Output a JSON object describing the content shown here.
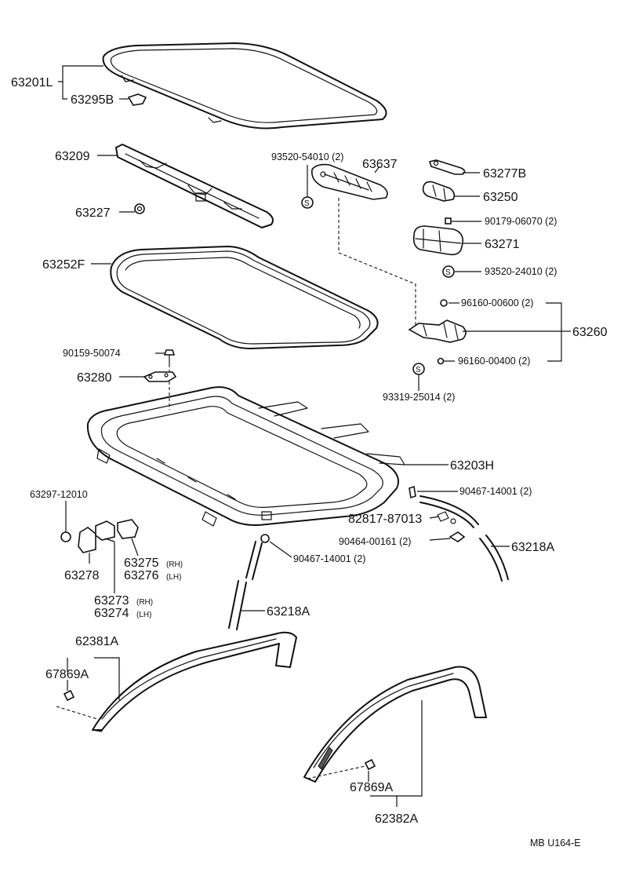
{
  "diagram_code": "MB U164-E",
  "parts": {
    "p63201L": "63201L",
    "p63295B": "63295B",
    "p63209": "63209",
    "p63227": "63227",
    "p93520_54010": "93520-54010 (2)",
    "p63637": "63637",
    "p63277B": "63277B",
    "p63250": "63250",
    "p90179": "90179-06070 (2)",
    "p63271": "63271",
    "p93520_24010": "93520-24010 (2)",
    "p63252F": "63252F",
    "p96160_00600": "96160-00600 (2)",
    "p63260": "63260",
    "p96160_00400": "96160-00400 (2)",
    "p90159": "90159-50074",
    "p63280": "63280",
    "p93319": "93319-25014 (2)",
    "p63203H": "63203H",
    "p63297": "63297-12010",
    "p90467_a": "90467-14001 (2)",
    "p82817": "82817-87013",
    "p90464": "90464-00161 (2)",
    "p63218A_a": "63218A",
    "p63275": "63275",
    "p63275_side": "(RH)",
    "p63276": "63276",
    "p63276_side": "(LH)",
    "p63278": "63278",
    "p90467_b": "90467-14001 (2)",
    "p63273": "63273",
    "p63273_side": "(RH)",
    "p63274": "63274",
    "p63274_side": "(LH)",
    "p63218A_b": "63218A",
    "p62381A": "62381A",
    "p67869A_a": "67869A",
    "p67869A_b": "67869A",
    "p62382A": "62382A"
  }
}
